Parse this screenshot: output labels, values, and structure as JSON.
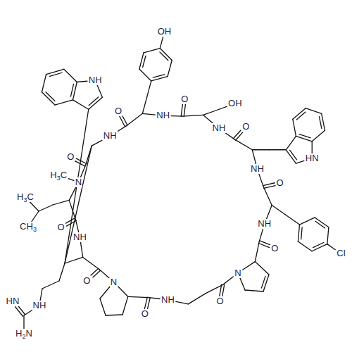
{
  "diagram": {
    "labels": [
      "OH",
      "NH",
      "O",
      "OH",
      "O",
      "NH",
      "O",
      "NH",
      "NH",
      "HN",
      "O",
      "H3C",
      "NH",
      "N",
      "O",
      "H3C",
      "NH",
      "CH3",
      "O",
      "NH",
      "O",
      "Cl",
      "N",
      "O",
      "N",
      "HN",
      "O",
      "NH",
      "NH",
      "O",
      "H2N"
    ]
  }
}
